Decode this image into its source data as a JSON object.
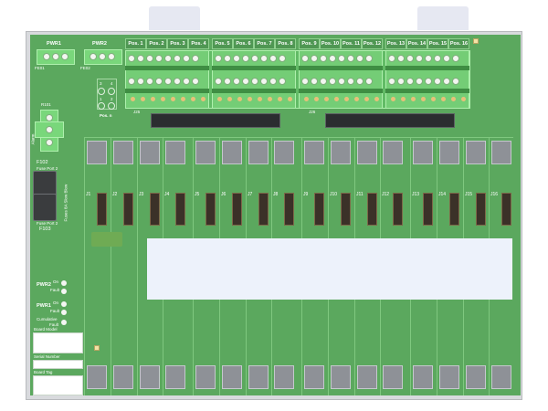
{
  "header": {
    "positions": [
      "Pos. 1",
      "Pos. 2",
      "Pos. 3",
      "Pos. 4",
      "Pos. 5",
      "Pos. 6",
      "Pos. 7",
      "Pos. 8",
      "Pos. 9",
      "Pos. 10",
      "Pos. 11",
      "Pos. 12",
      "Pos. 13",
      "Pos. 14",
      "Pos. 15",
      "Pos. 16"
    ],
    "pwr1": "PWR1",
    "pwr2": "PWR2",
    "fe01": "FE01",
    "fe02": "FE02"
  },
  "components": {
    "r101": "R101",
    "alarm": "Alarm",
    "posn_label": "Pos. n",
    "posn_pins": [
      "3",
      "4",
      "1",
      "2"
    ],
    "f102": "F102",
    "fuse_port2_top": "Fuse Port 2",
    "fuse_port2_bottom": "Fuse Port 2",
    "f103": "F103",
    "fuse_side": "Fuses 8A Slow Blow",
    "j25": "J25",
    "j26": "J26",
    "jacks": [
      "J1",
      "J2",
      "J3",
      "J4",
      "J5",
      "J6",
      "J7",
      "J8",
      "J9",
      "J10",
      "J11",
      "J12",
      "J13",
      "J14",
      "J15",
      "J16"
    ]
  },
  "status": {
    "pwr2_label": "PWR2",
    "pwr1_label": "PWR1",
    "on": "On",
    "fault": "Fault",
    "cumulative": "Cumulative",
    "fault2": "Fault"
  },
  "info": {
    "board_model_label": "Board Model",
    "serial_number_label": "Serial Number",
    "board_tag_label": "Board Tag"
  }
}
